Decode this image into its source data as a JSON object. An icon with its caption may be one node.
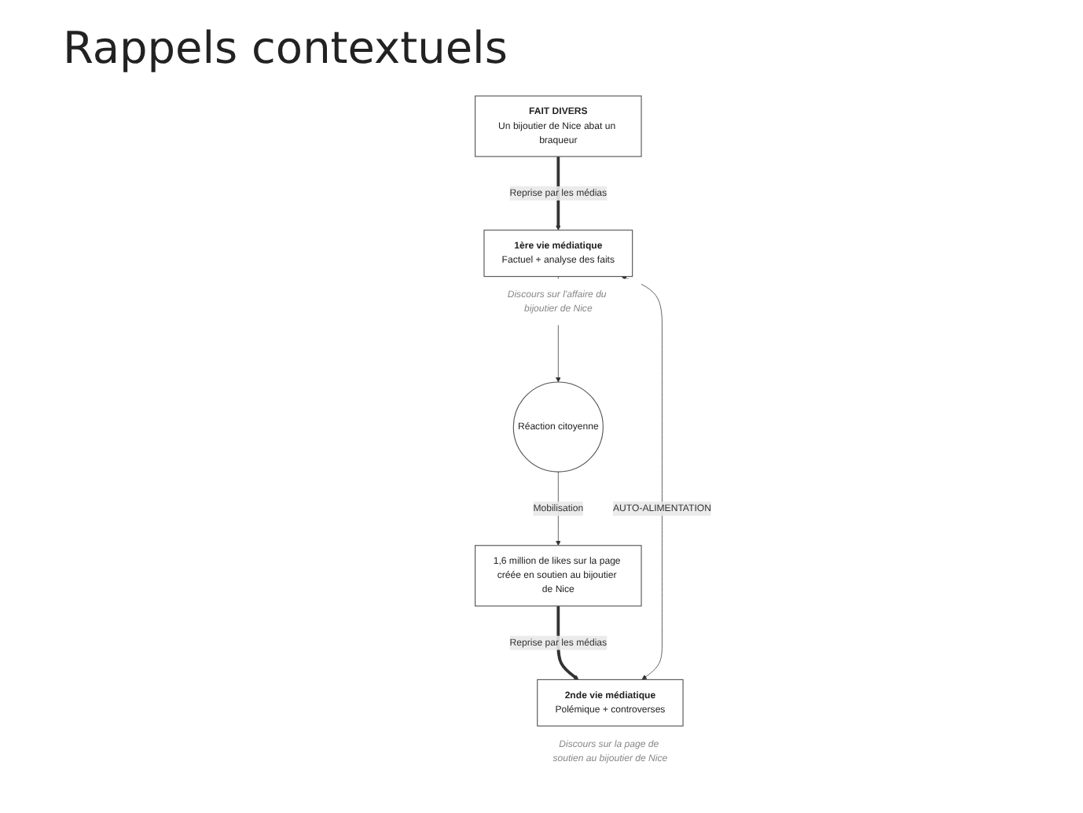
{
  "diagram": {
    "title": "Rappels contextuels",
    "nodes": [
      {
        "text": [
          "FAIT DIVERS",
          "Un bijoutier de Nice abat un braqueur"
        ]
      },
      {
        "text": [
          "1ère vie médiatique",
          "Factuel + analyse des faits"
        ],
        "beside": [
          "Discours sur l'affaire du bijoutier de Nice"
        ]
      },
      {
        "text": [
          "Réaction citoyenne"
        ]
      },
      {
        "text": [
          "1,6 million de likes sur la page créée en soutien au bijoutier de Nice"
        ]
      },
      {
        "text": [
          "2nde vie médiatique",
          "Polémique + controverses"
        ],
        "beside": [
          "Discours sur la page de soutien au bijoutier de Nice"
        ]
      }
    ],
    "edges": [
      {
        "from": 0,
        "to": 1,
        "arrow": "to",
        "label": "Reprise par les médias",
        "style": "thick"
      },
      {
        "from": 1,
        "to": 2,
        "arrow": "to"
      },
      {
        "from": 2,
        "to": 3,
        "arrow": "to",
        "label": "Mobilisation"
      },
      {
        "from": 3,
        "to": 4,
        "arrow": "to",
        "label": "Reprise par les médias",
        "style": "thick"
      },
      {
        "from": 4,
        "to": 1,
        "arrow": "both",
        "label": "AUTO-ALIMENTATION"
      }
    ]
  }
}
